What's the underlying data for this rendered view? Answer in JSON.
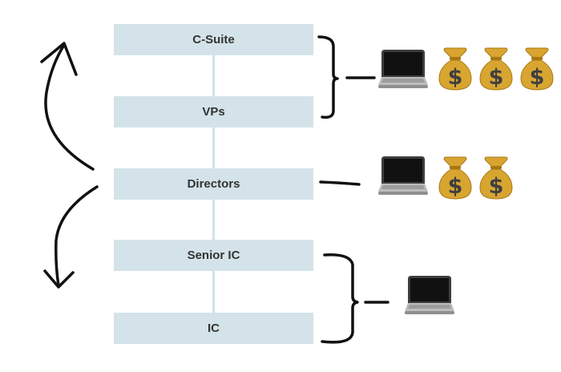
{
  "hierarchy": {
    "levels": [
      {
        "label": "C-Suite"
      },
      {
        "label": "VPs"
      },
      {
        "label": "Directors"
      },
      {
        "label": "Senior IC"
      },
      {
        "label": "IC"
      }
    ]
  },
  "compensation_groups": [
    {
      "applies_to": [
        "C-Suite",
        "VPs"
      ],
      "laptop": true,
      "money_bags": 3
    },
    {
      "applies_to": [
        "Directors"
      ],
      "laptop": true,
      "money_bags": 2
    },
    {
      "applies_to": [
        "Senior IC",
        "IC"
      ],
      "laptop": true,
      "money_bags": 0
    }
  ],
  "icons": {
    "laptop": "laptop-icon",
    "money": "money-bag-icon",
    "arrow_up": "curved-arrow-up-icon",
    "arrow_down": "curved-arrow-down-icon"
  },
  "colors": {
    "box_fill": "#d3e3e9",
    "ink": "#111111",
    "money_bag": "#d9a531",
    "dollar": "#3f3f3f"
  }
}
